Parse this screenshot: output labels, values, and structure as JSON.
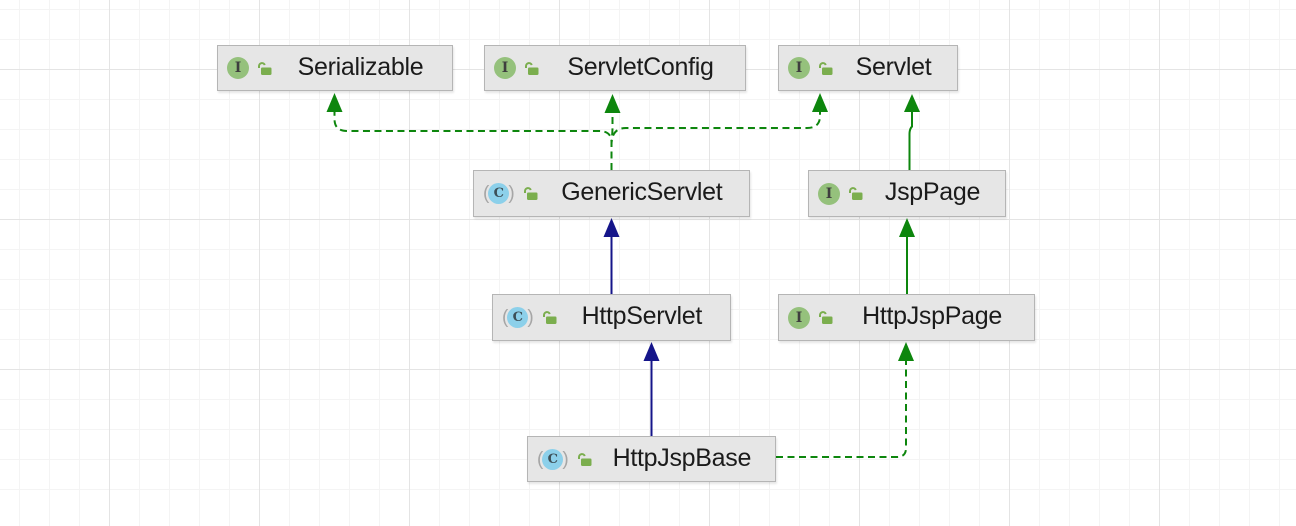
{
  "diagram": {
    "kind": "uml-class-diagram",
    "nodes": [
      {
        "id": "serializable",
        "label": "Serializable",
        "stereotype": "interface",
        "icons": [
          "interface-icon",
          "unlocked-lock-icon"
        ]
      },
      {
        "id": "servletconfig",
        "label": "ServletConfig",
        "stereotype": "interface",
        "icons": [
          "interface-icon",
          "unlocked-lock-icon"
        ]
      },
      {
        "id": "servlet",
        "label": "Servlet",
        "stereotype": "interface",
        "icons": [
          "interface-icon",
          "unlocked-lock-icon"
        ]
      },
      {
        "id": "genericservlet",
        "label": "GenericServlet",
        "stereotype": "abstract-class",
        "icons": [
          "abstract-class-icon",
          "unlocked-lock-icon"
        ]
      },
      {
        "id": "jsppage",
        "label": "JspPage",
        "stereotype": "interface",
        "icons": [
          "interface-icon",
          "unlocked-lock-icon"
        ]
      },
      {
        "id": "httpservlet",
        "label": "HttpServlet",
        "stereotype": "abstract-class",
        "icons": [
          "abstract-class-icon",
          "unlocked-lock-icon"
        ]
      },
      {
        "id": "httpjsppage",
        "label": "HttpJspPage",
        "stereotype": "interface",
        "icons": [
          "interface-icon",
          "unlocked-lock-icon"
        ]
      },
      {
        "id": "httpjspbase",
        "label": "HttpJspBase",
        "stereotype": "abstract-class",
        "icons": [
          "abstract-class-icon",
          "unlocked-lock-icon"
        ]
      }
    ],
    "edges": [
      {
        "from": "GenericServlet",
        "to": "Serializable",
        "relation": "implements",
        "line": "dashed",
        "color": "#0d860d"
      },
      {
        "from": "GenericServlet",
        "to": "ServletConfig",
        "relation": "implements",
        "line": "dashed",
        "color": "#0d860d"
      },
      {
        "from": "GenericServlet",
        "to": "Servlet",
        "relation": "implements",
        "line": "dashed",
        "color": "#0d860d"
      },
      {
        "from": "JspPage",
        "to": "Servlet",
        "relation": "extends",
        "line": "solid",
        "color": "#0d860d"
      },
      {
        "from": "HttpServlet",
        "to": "GenericServlet",
        "relation": "extends",
        "line": "solid",
        "color": "#15158a"
      },
      {
        "from": "HttpJspPage",
        "to": "JspPage",
        "relation": "extends",
        "line": "solid",
        "color": "#0d860d"
      },
      {
        "from": "HttpJspBase",
        "to": "HttpServlet",
        "relation": "extends",
        "line": "solid",
        "color": "#15158a"
      },
      {
        "from": "HttpJspBase",
        "to": "HttpJspPage",
        "relation": "implements",
        "line": "dashed",
        "color": "#0d860d"
      }
    ],
    "icons": {
      "interface_letter": "I",
      "class_letter": "C",
      "paren_open": "(",
      "paren_close": ")"
    },
    "colors": {
      "interface_edge_green": "#0d860d",
      "class_edge_navy": "#15158a",
      "node_background": "#e6e6e6",
      "node_border": "#b5b5b5",
      "interface_icon_green": "#95c17c",
      "class_icon_cyan": "#8cd0ea",
      "lock_icon_green": "#7bae4e",
      "grid_minor": "#f4f4f4",
      "grid_major": "#e4e4e4"
    }
  }
}
